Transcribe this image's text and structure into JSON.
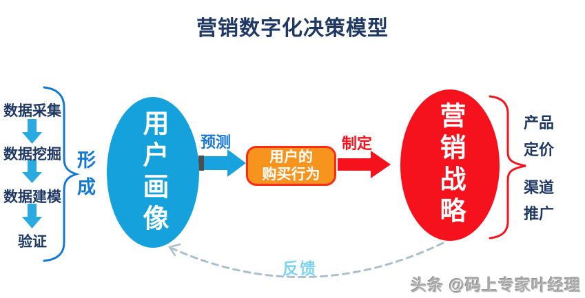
{
  "title": "营销数字化决策模型",
  "left_pipeline": {
    "items": [
      "数据采集",
      "数据挖掘",
      "数据建模",
      "验证"
    ],
    "brace_label": "形成"
  },
  "flow": {
    "user_profile_label": "用户画像",
    "predict_label": "预测",
    "behavior_line1": "用户的",
    "behavior_line2": "购买行为",
    "formulate_label": "制定",
    "strategy_label": "营销战略",
    "feedback_label": "反馈"
  },
  "right_outputs": {
    "items": [
      "产品",
      "定价",
      "渠道",
      "推广"
    ]
  },
  "watermark": "头条 @码上专家叶经理",
  "colors": {
    "title_navy": "#1F3864",
    "list_navy": "#1F3864",
    "down_arrow_blue": "#29ABE2",
    "ellipse_blue": "#14A1DC",
    "brace_blue": "#1278D2",
    "predict_blue": "#1B78D2",
    "orange_fill": "#F7941E",
    "orange_border": "#FF2A12",
    "red": "#F6121D",
    "feedback_dash_gray": "#A9C0CB",
    "feedback_text_blue": "#7ED3F0",
    "watermark_gray": "#ADADAD"
  }
}
